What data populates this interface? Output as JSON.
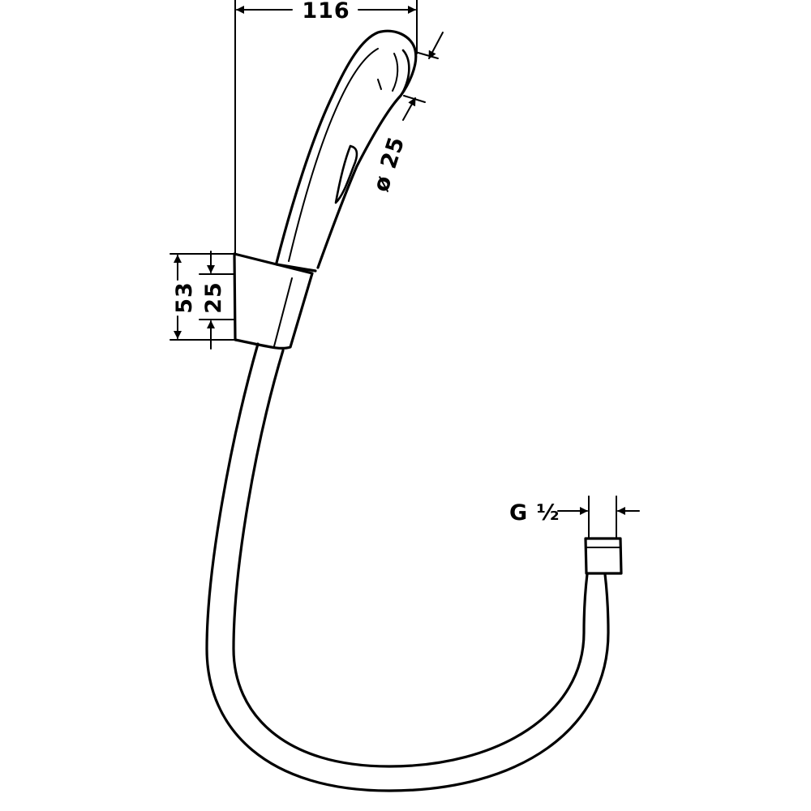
{
  "dimensions": {
    "width_top": "116",
    "spray_diameter": "ø 25",
    "holder_height_total": "53",
    "holder_height_inner": "25",
    "thread": "G ½"
  },
  "colors": {
    "line": "#000000",
    "background": "#ffffff"
  }
}
